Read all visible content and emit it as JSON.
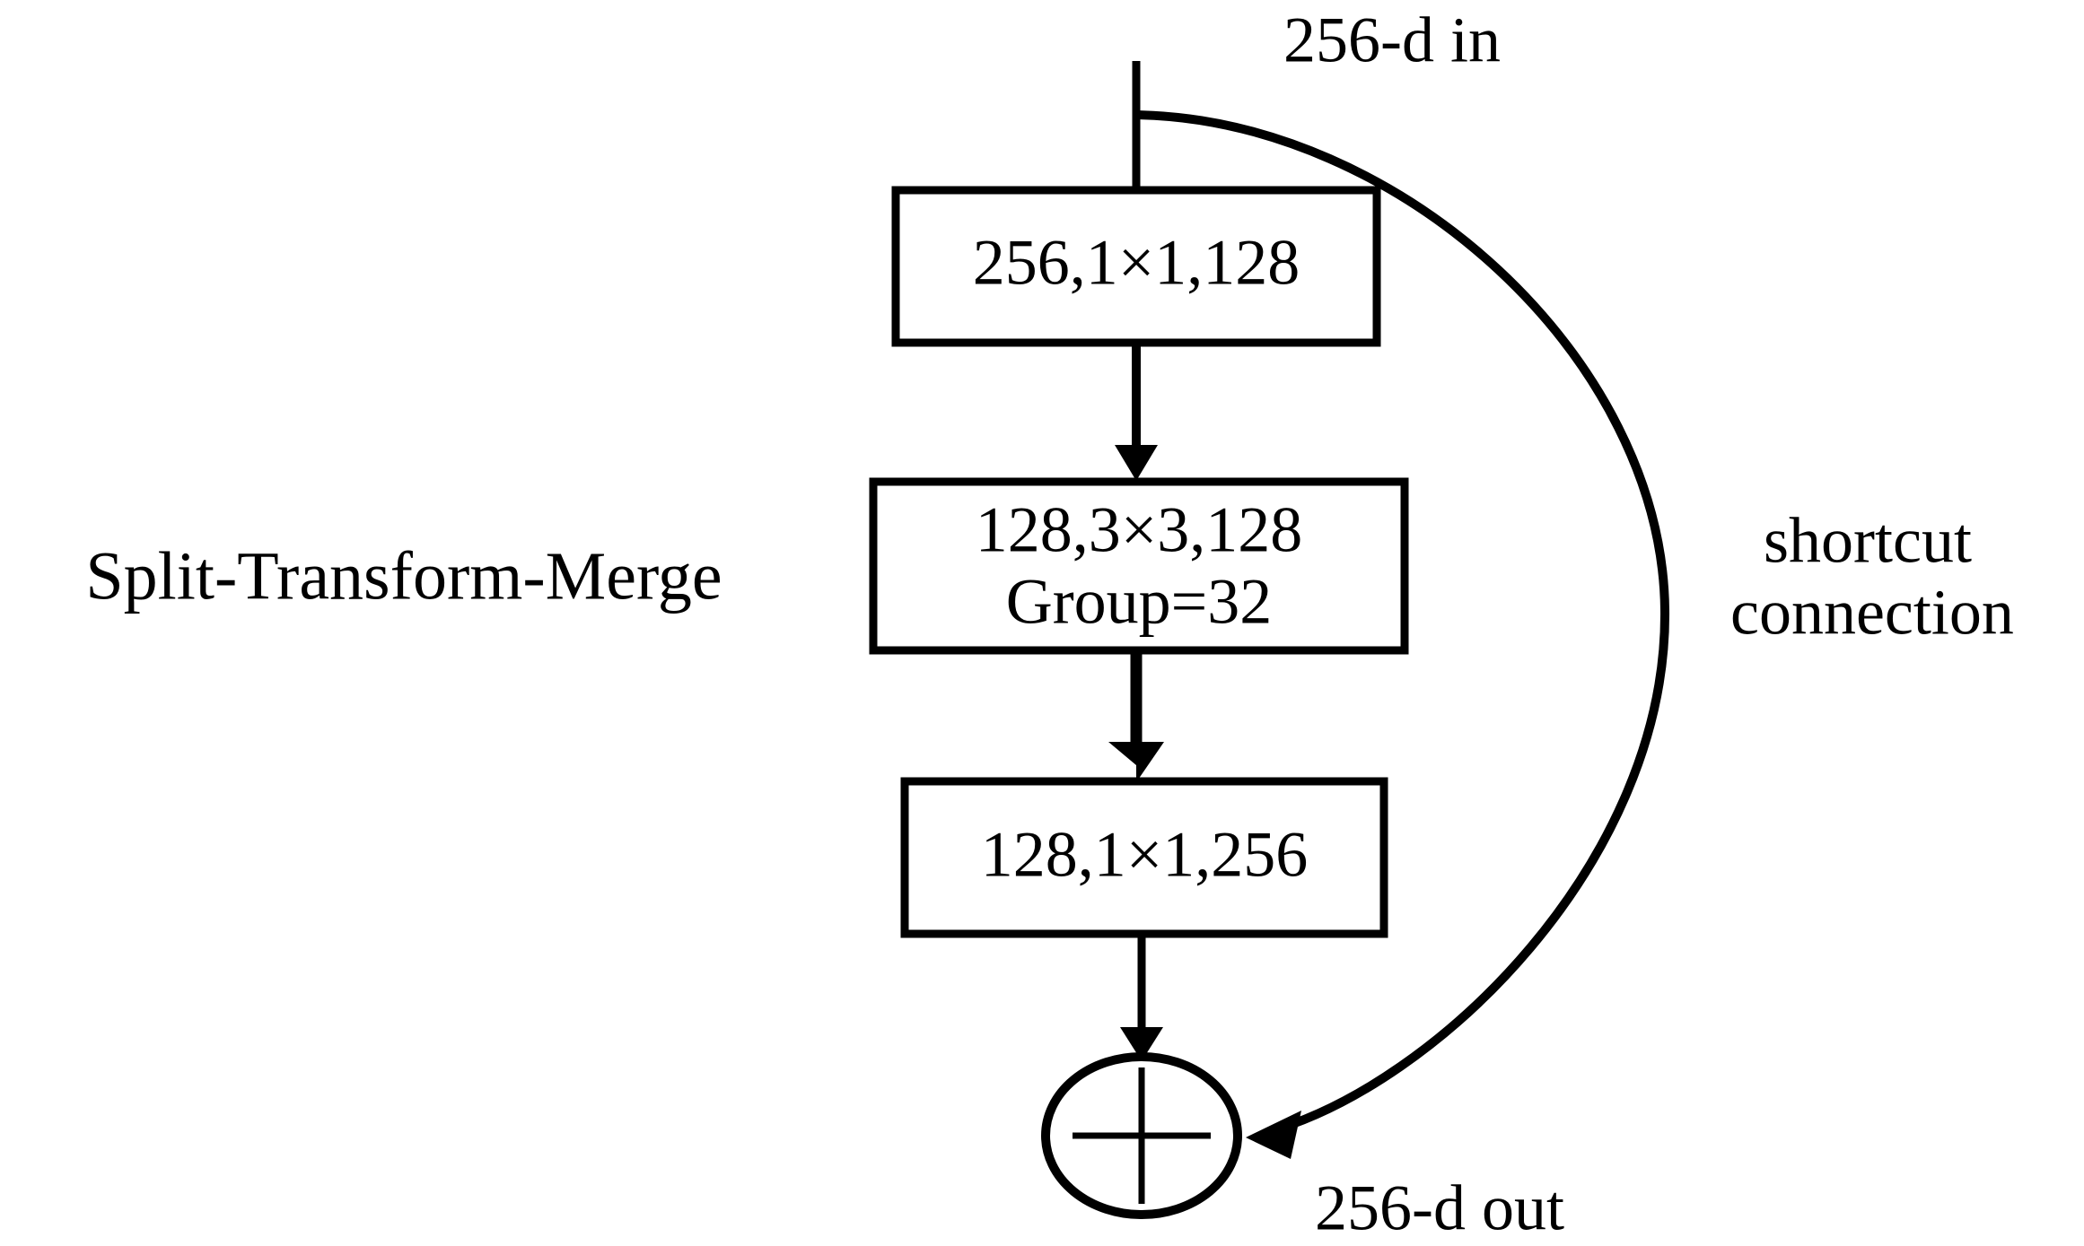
{
  "diagram": {
    "title_label": "Split-Transform-Merge",
    "input_label": "256-d in",
    "output_label": "256-d out",
    "shortcut_label_line1": "shortcut",
    "shortcut_label_line2": "connection",
    "merge_operator": "+",
    "colors": {
      "stroke": "#000000",
      "background": "#ffffff",
      "text": "#000000"
    },
    "blocks": [
      {
        "id": "conv1",
        "lines": [
          "256,1×1,128"
        ],
        "in_channels": 256,
        "kernel": "1×1",
        "out_channels": 128
      },
      {
        "id": "conv2",
        "lines": [
          "128,3×3,128",
          "Group=32"
        ],
        "in_channels": 128,
        "kernel": "3×3",
        "out_channels": 128,
        "groups": 32
      },
      {
        "id": "conv3",
        "lines": [
          "128,1×1,256"
        ],
        "in_channels": 128,
        "kernel": "1×1",
        "out_channels": 256
      }
    ]
  }
}
